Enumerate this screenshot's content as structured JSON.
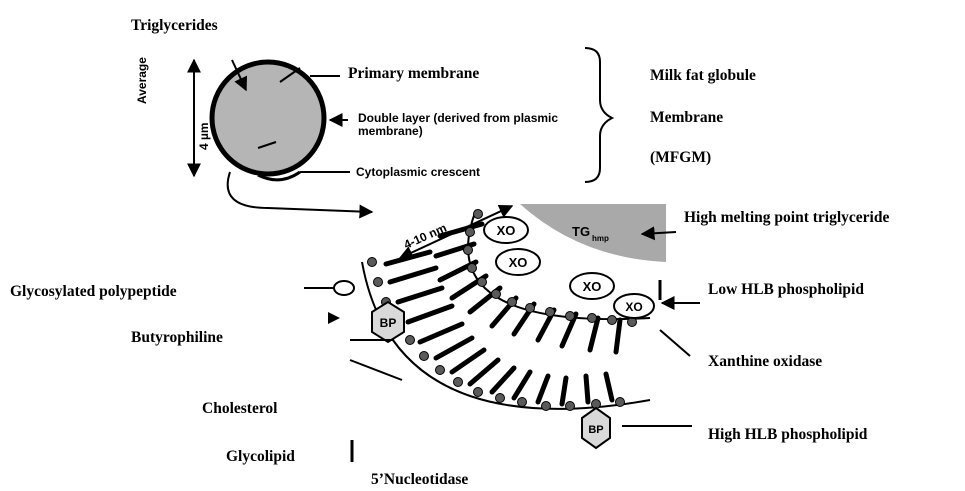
{
  "labels": {
    "triglycerides": "Triglycerides",
    "primary_membrane": "Primary membrane",
    "double_layer": "Double layer (derived from plasmic membrane)",
    "cytoplasmic_crescent": "Cytoplasmic crescent",
    "average": "Average",
    "size": "4 µm",
    "mfgm_line1": "Milk fat globule",
    "mfgm_line2": "Membrane",
    "mfgm_line3": "(MFGM)",
    "thickness": "4-10 nm",
    "high_mp_tg": "High melting point triglyceride",
    "glycosylated_polypeptide": "Glycosylated polypeptide",
    "low_hlb": "Low HLB phospholipid",
    "butyrophiline": "Butyrophiline",
    "xanthine_oxidase": "Xanthine oxidase",
    "cholesterol": "Cholesterol",
    "high_hlb": "High HLB phospholipid",
    "glycolipid": "Glycolipid",
    "nucleotidase": "5’Nucleotidase"
  },
  "tags": {
    "xo": "XO",
    "bp": "BP",
    "tg": "TG",
    "tg_sub": "hmp"
  },
  "colors": {
    "globule_fill": "#b5b5b5",
    "tg_fill": "#a9a9a9",
    "ink": "#000000",
    "head": "#5a5a5a"
  }
}
